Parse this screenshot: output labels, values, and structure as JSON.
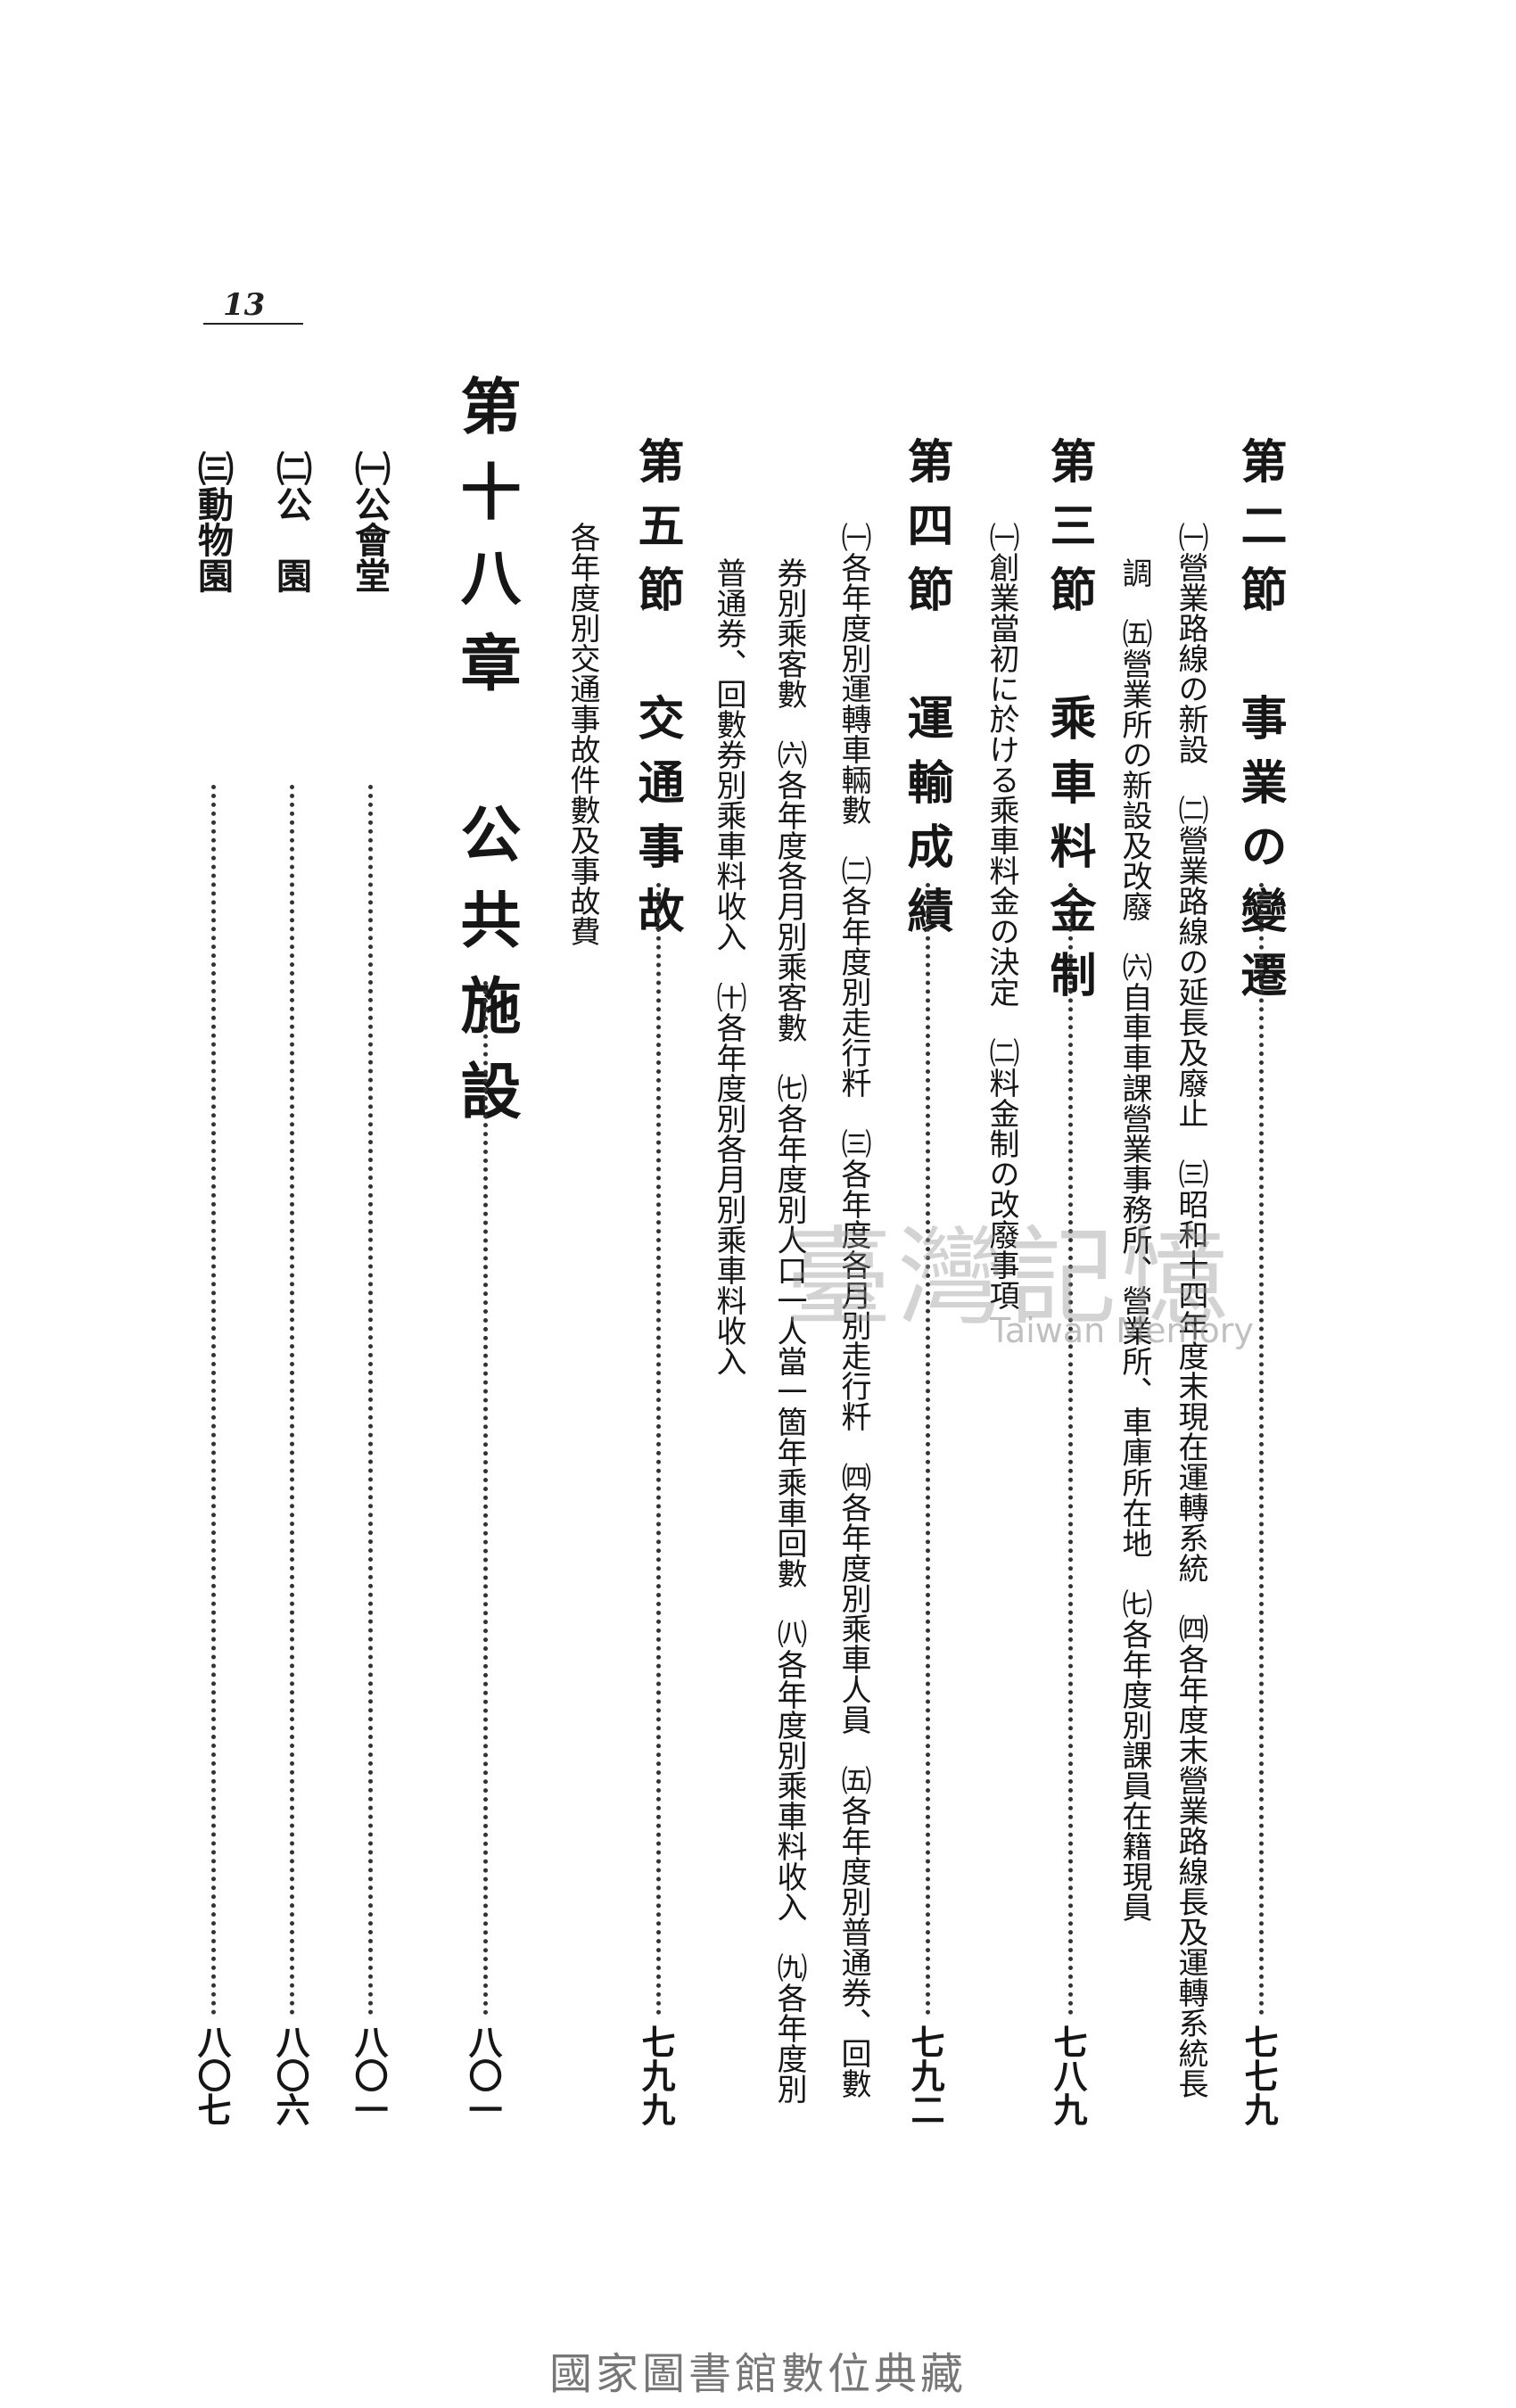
{
  "page_number": "13",
  "sections": [
    {
      "heading": "第二節　事業の變遷",
      "page": "七七九",
      "sub": [
        "㈠營業路線の新設　㈡營業路線の延長及廢止　㈢昭和十四年度末現在運轉系統　㈣各年度末營業路線長及運轉系統長",
        "調　㈤營業所の新設及改廢　㈥自車車課營業事務所、營業所、車庫所在地　㈦各年度別課員在籍現員"
      ]
    },
    {
      "heading": "第三節　乘車料金制",
      "page": "七八九",
      "sub": [
        "㈠創業當初に於ける乘車料金の決定　㈡料金制の改廢事項"
      ]
    },
    {
      "heading": "第四節　運輸成績",
      "page": "七九二",
      "sub": [
        "㈠各年度別運轉車輛數　㈡各年度別走行粁　㈢各年度各月別走行粁　㈣各年度別乘車人員　㈤各年度別普通券、回數",
        "券別乘客數　㈥各年度各月別乘客數　㈦各年度別人口一人當一箇年乘車回數　㈧各年度別乘車料收入　㈨各年度別",
        "普通券、回數券別乘車料收入　㈩各年度別各月別乘車料收入"
      ]
    },
    {
      "heading": "第五節　交通事故",
      "page": "七九九",
      "sub": [
        "各年度別交通事故件數及事故費"
      ]
    }
  ],
  "chapter": {
    "heading": "第十八章　公共施設",
    "page": "八〇一"
  },
  "items": [
    {
      "label": "㈠公會堂",
      "page": "八〇一"
    },
    {
      "label": "㈡公　園",
      "page": "八〇六"
    },
    {
      "label": "㈢動物園",
      "page": "八〇七"
    }
  ],
  "watermark": {
    "main": "臺灣記憶",
    "sub": "Taiwan Memory"
  },
  "footer": "國家圖書館數位典藏"
}
